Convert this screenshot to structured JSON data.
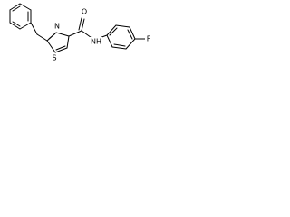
{
  "molecule": {
    "atoms": {
      "sulfur": "S",
      "thiazole_nitrogen": "N",
      "oxygen": "O",
      "amide_nh": "NH",
      "fluorine": "F"
    }
  }
}
